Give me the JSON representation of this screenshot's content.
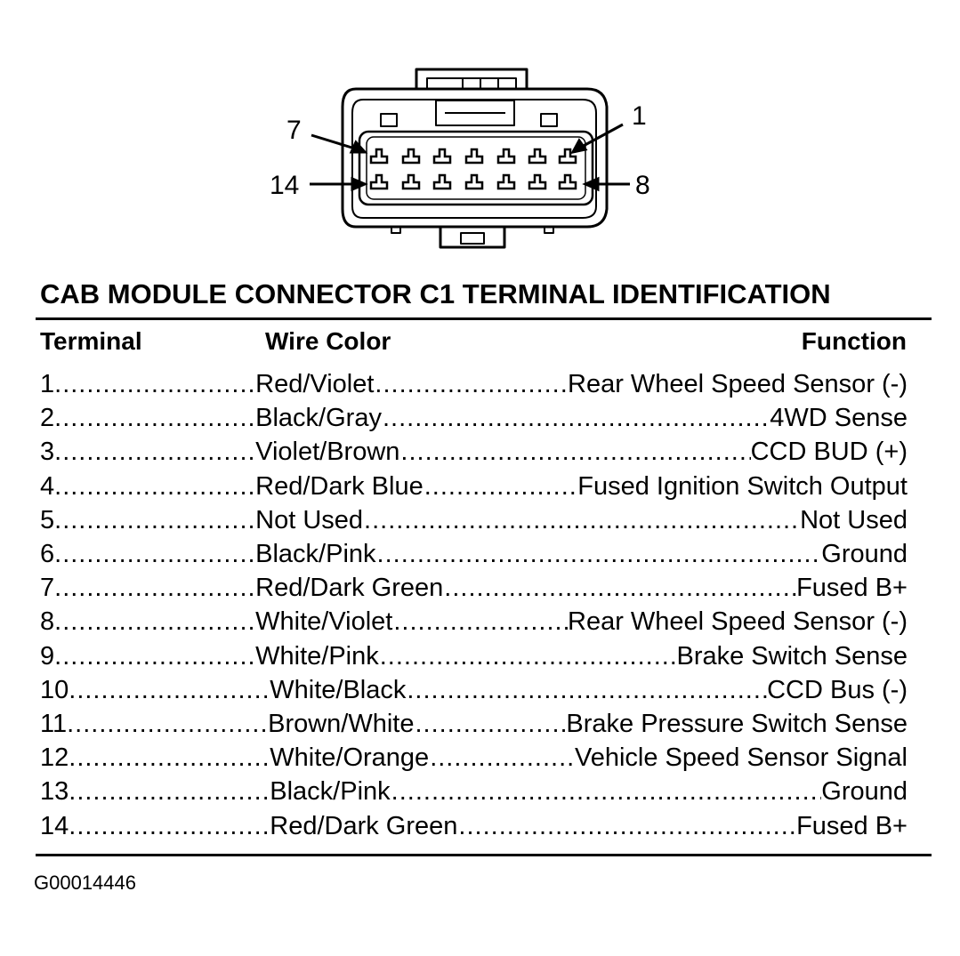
{
  "diagram": {
    "callouts": {
      "pin_1": "1",
      "pin_7": "7",
      "pin_8": "8",
      "pin_14": "14"
    }
  },
  "title": "CAB MODULE CONNECTOR C1 TERMINAL IDENTIFICATION",
  "headers": {
    "terminal": "Terminal",
    "wire_color": "Wire Color",
    "function": "Function"
  },
  "rows": [
    {
      "terminal": "1",
      "color": "Red/Violet",
      "function": "Rear Wheel Speed Sensor (-)"
    },
    {
      "terminal": "2",
      "color": "Black/Gray",
      "function": "4WD Sense"
    },
    {
      "terminal": "3",
      "color": "Violet/Brown",
      "function": "CCD BUD (+)"
    },
    {
      "terminal": "4",
      "color": "Red/Dark Blue",
      "function": "Fused Ignition Switch Output"
    },
    {
      "terminal": "5",
      "color": "Not Used",
      "function": "Not Used"
    },
    {
      "terminal": "6",
      "color": "Black/Pink",
      "function": "Ground"
    },
    {
      "terminal": "7",
      "color": "Red/Dark Green",
      "function": "Fused B+"
    },
    {
      "terminal": "8",
      "color": "White/Violet",
      "function": "Rear Wheel Speed Sensor (-)"
    },
    {
      "terminal": "9",
      "color": "White/Pink",
      "function": "Brake Switch Sense"
    },
    {
      "terminal": "10",
      "color": "White/Black",
      "function": "CCD Bus (-)"
    },
    {
      "terminal": "11",
      "color": "Brown/White",
      "function": "Brake Pressure Switch Sense"
    },
    {
      "terminal": "12",
      "color": "White/Orange",
      "function": "Vehicle Speed Sensor Signal"
    },
    {
      "terminal": "13",
      "color": "Black/Pink",
      "function": "Ground"
    },
    {
      "terminal": "14",
      "color": "Red/Dark Green",
      "function": "Fused B+"
    }
  ],
  "footer": {
    "code": "G00014446"
  }
}
